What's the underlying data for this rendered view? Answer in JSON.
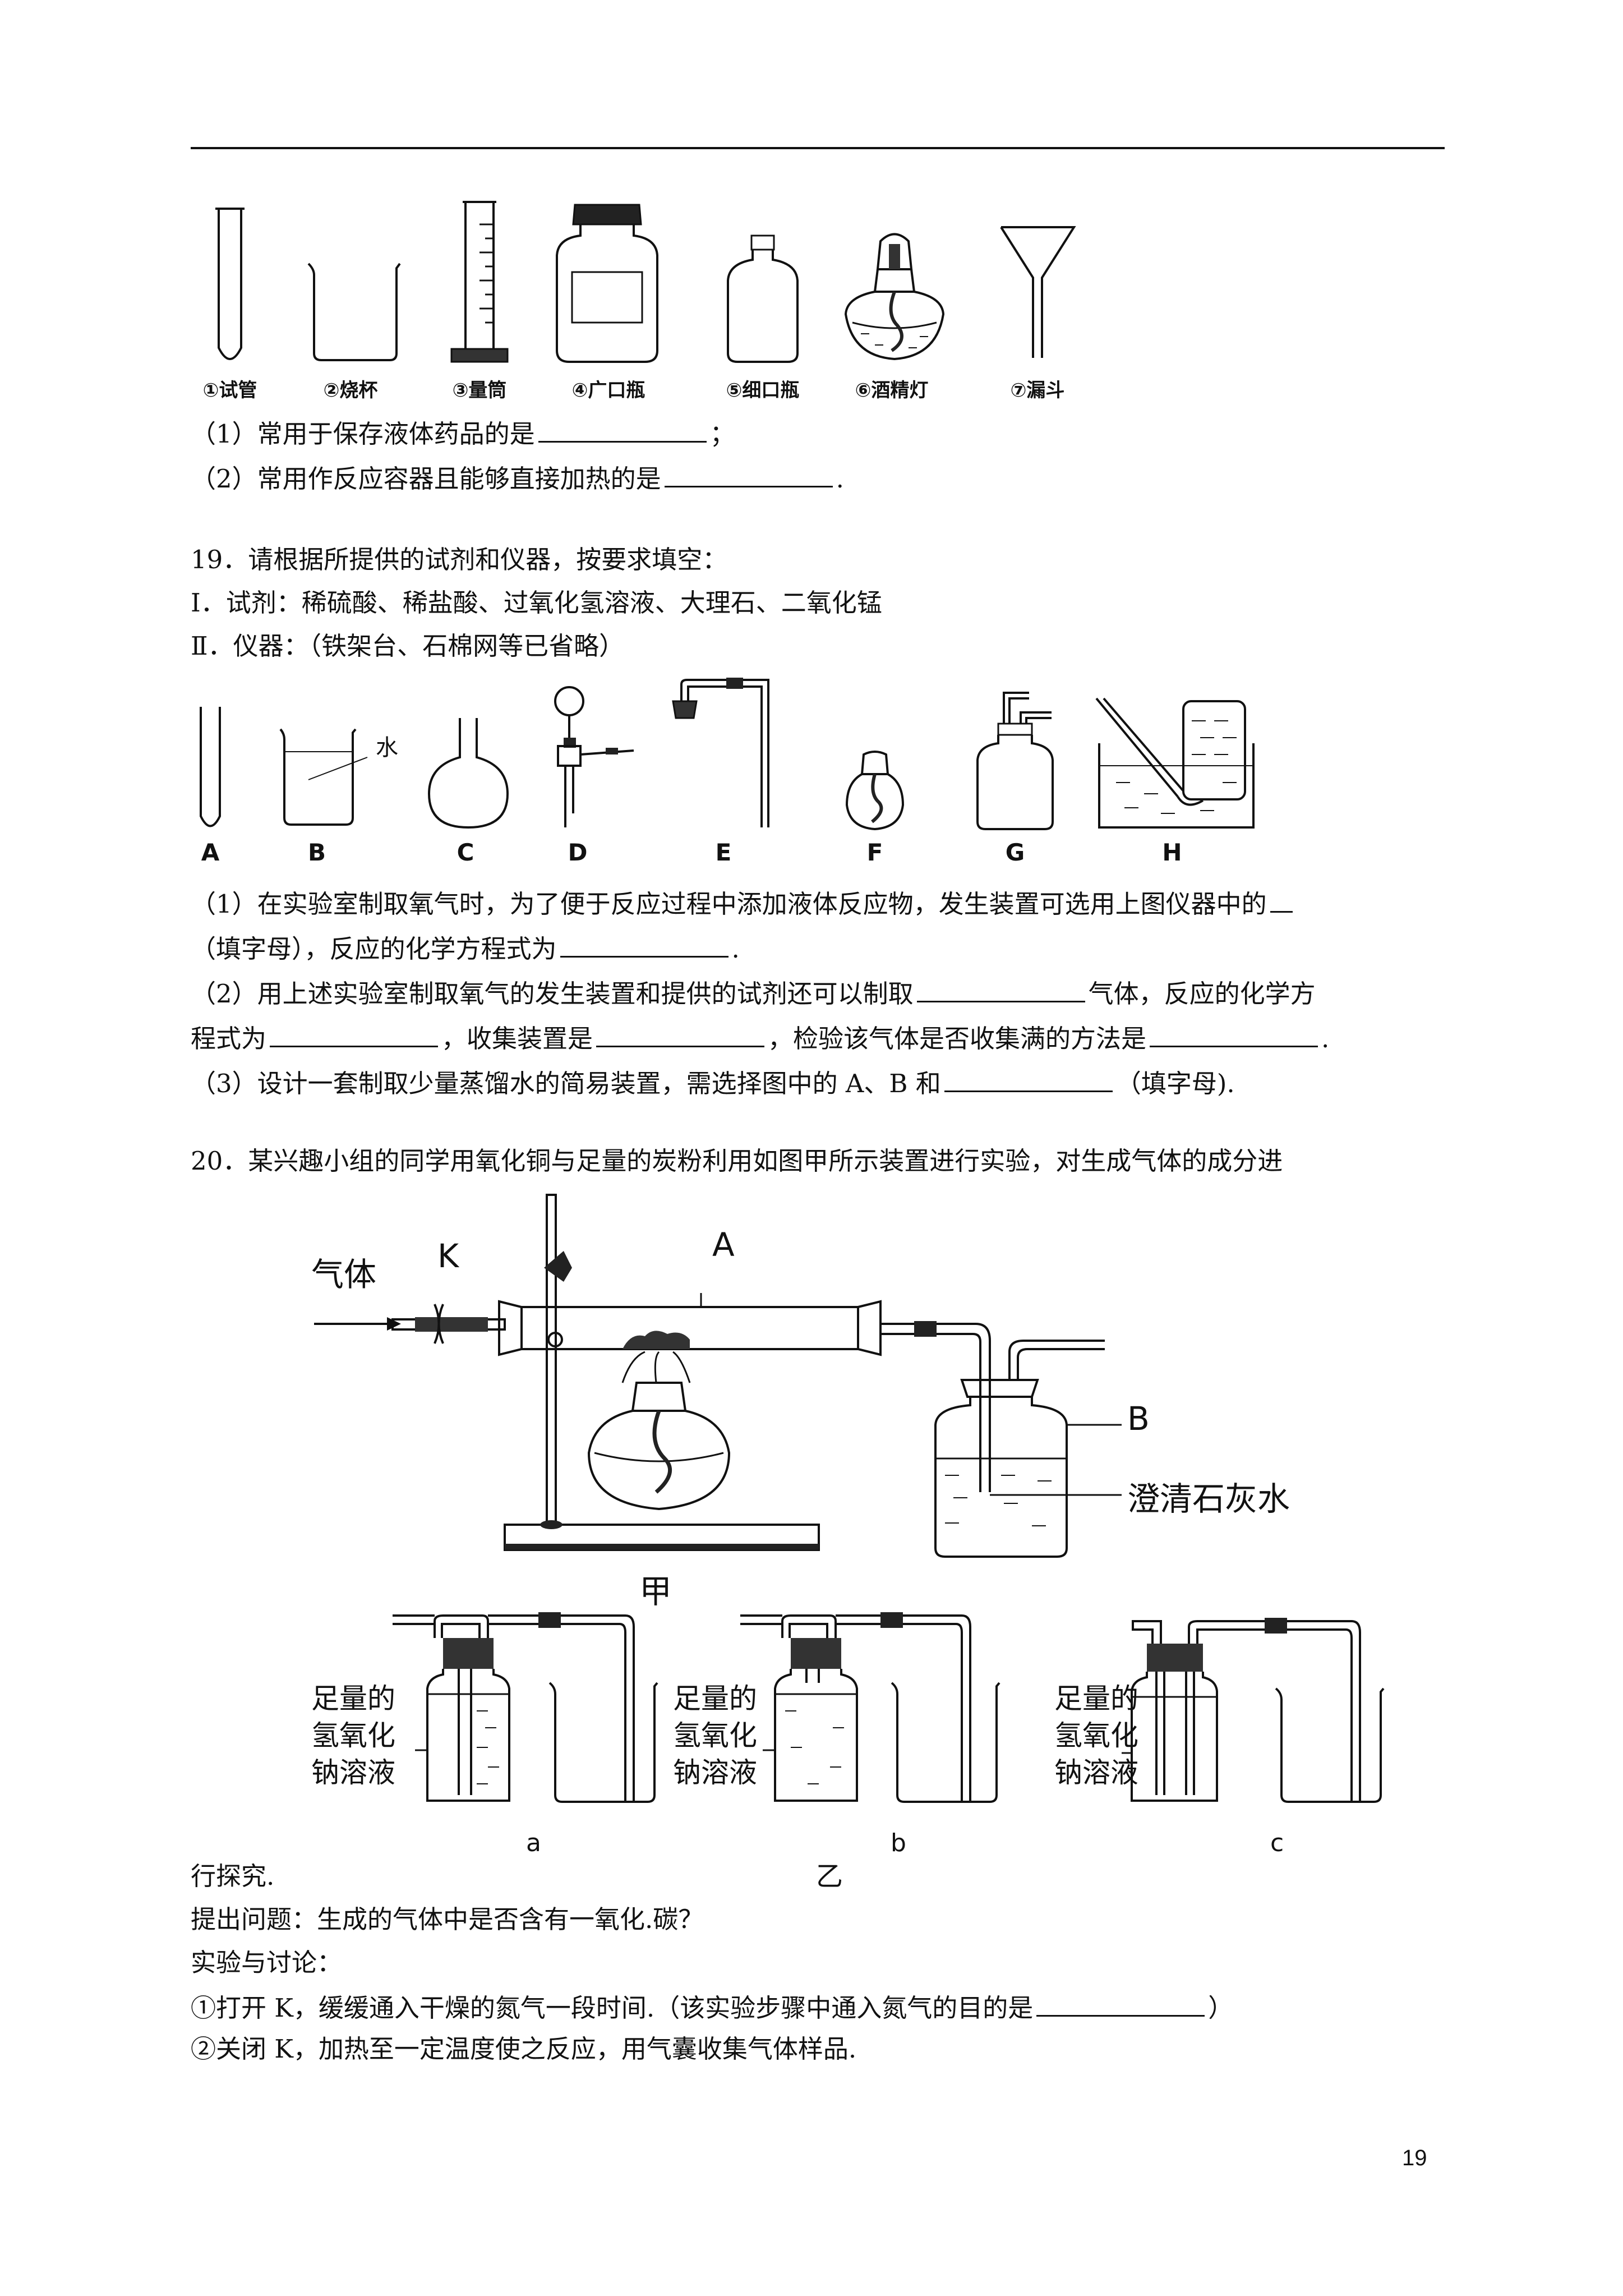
{
  "page_number": "19",
  "part1": {
    "apparatus": [
      {
        "label": "①试管",
        "icon": "test-tube-icon"
      },
      {
        "label": "②烧杯",
        "icon": "beaker-icon"
      },
      {
        "label": "③量筒",
        "icon": "graduated-cylinder-icon"
      },
      {
        "label": "④广口瓶",
        "icon": "wide-mouth-bottle-icon"
      },
      {
        "label": "⑤细口瓶",
        "icon": "narrow-mouth-bottle-icon"
      },
      {
        "label": "⑥酒精灯",
        "icon": "alcohol-lamp-icon"
      },
      {
        "label": "⑦漏斗",
        "icon": "funnel-icon"
      }
    ],
    "q1_text": "（1）常用于保存液体药品的是",
    "q1_end": "；",
    "q2_text": "（2）常用作反应容器且能够直接加热的是",
    "q2_end": "."
  },
  "q19": {
    "title": "19．请根据所提供的试剂和仪器，按要求填空：",
    "reagents": "I．试剂：稀硫酸、稀盐酸、过氧化氢溶液、大理石、二氧化锰",
    "instruments": "Ⅱ．仪器：（铁架台、石棉网等已省略）",
    "water_label": "水",
    "letters": [
      "A",
      "B",
      "C",
      "D",
      "E",
      "F",
      "G",
      "H"
    ],
    "p1_a": "（1）在实验室制取氧气时，为了便于反应过程中添加液体反应物，发生装置可选用上图仪器中的",
    "p1_b": "（填字母），反应的化学方程式为",
    "p1_b_end": ".",
    "p2_a1": "（2）用上述实验室制取氧气的发生装置和提供的试剂还可以制取",
    "p2_a2": "气体，反应的化学方",
    "p2_b1": "程式为",
    "p2_b2": "，收集装置是",
    "p2_b3": "，检验该气体是否收集满的方法是",
    "p2_b_end": ".",
    "p3_a": "（3）设计一套制取少量蒸馏水的简易装置，需选择图中的 A、B 和",
    "p3_b": "（填字母)."
  },
  "q20": {
    "title": "20．某兴趣小组的同学用氧化铜与足量的炭粉利用如图甲所示装置进行实验，对生成气体的成分进",
    "continuation": "行探究.",
    "fig": {
      "gas_label": "气体",
      "k_label": "K",
      "a_label": "A",
      "b_label": "B",
      "limewater": "澄清石灰水",
      "jia": "甲",
      "naoh_1": "足量的",
      "naoh_2": "氢氧化",
      "naoh_3": "钠溶液",
      "sub_a": "a",
      "sub_b": "b",
      "sub_c": "c",
      "yi": "乙"
    },
    "question": "提出问题：生成的气体中是否含有一氧化.碳？",
    "discussion": "实验与讨论：",
    "step1_a": "①打开 K，缓缓通入干燥的氮气一段时间.（该实验步骤中通入氮气的目的是",
    "step1_end": "）",
    "step2": "②关闭 K，加热至一定温度使之反应，用气囊收集气体样品."
  }
}
